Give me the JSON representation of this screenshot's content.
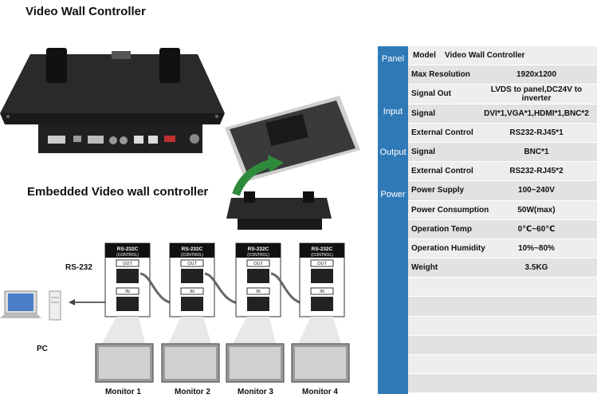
{
  "titles": {
    "main": "Video Wall Controller",
    "embedded": "Embedded Video wall controller"
  },
  "diagram": {
    "rs232_label": "RS-232",
    "pc_label": "PC",
    "module_title": "RS-232C",
    "module_sub": "(CONTROL)",
    "out_label": "OUT",
    "in_label": "IN",
    "monitors": [
      "Monitor 1",
      "Monitor 2",
      "Monitor 3",
      "Monitor 4"
    ]
  },
  "spec": {
    "sidebar": [
      "Panel",
      "Input",
      "Output",
      "Power"
    ],
    "rows": [
      {
        "key": "Model",
        "value": "Video Wall Controller"
      },
      {
        "key": "Max Resolution",
        "value": "1920x1200"
      },
      {
        "key": "Signal Out",
        "value": "LVDS to panel,DC24V to inverter"
      },
      {
        "key": "Signal",
        "value": "DVI*1,VGA*1,HDMI*1,BNC*2"
      },
      {
        "key": "External Control",
        "value": "RS232-RJ45*1"
      },
      {
        "key": "Signal",
        "value": "BNC*1"
      },
      {
        "key": "External Control",
        "value": "RS232-RJ45*2"
      },
      {
        "key": "Power Supply",
        "value": "100~240V"
      },
      {
        "key": "Power Consumption",
        "value": "50W(max)"
      },
      {
        "key": "Operation Temp",
        "value": "0℃~60℃"
      },
      {
        "key": "Operation Humidity",
        "value": "10%~80%"
      },
      {
        "key": "Weight",
        "value": "3.5KG"
      },
      {
        "key": "",
        "value": ""
      },
      {
        "key": "",
        "value": ""
      },
      {
        "key": "",
        "value": ""
      },
      {
        "key": "",
        "value": ""
      },
      {
        "key": "",
        "value": ""
      },
      {
        "key": "",
        "value": ""
      }
    ]
  }
}
